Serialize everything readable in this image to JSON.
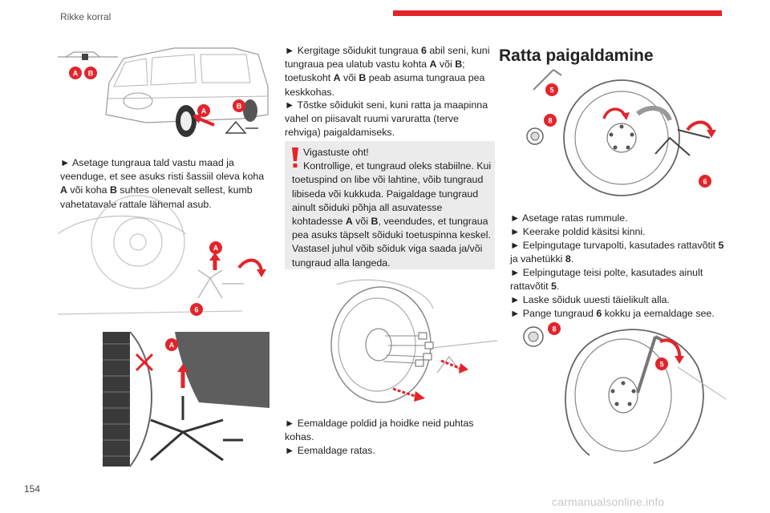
{
  "header": {
    "section": "Rikke korral"
  },
  "page_number": "154",
  "watermark": "carmanualsonline.info",
  "colors": {
    "accent": "#e3242b",
    "warning_bg": "#ebebeb",
    "line_art": "#9a9a9a"
  },
  "col1": {
    "fig1_labels": [
      "A",
      "B",
      "A",
      "B"
    ],
    "p1": {
      "t1": "► Asetage tungraua tald vastu maad ja veenduge, et see asuks risti šassiil oleva koha ",
      "b1": "A",
      "t2": " või koha ",
      "b2": "B",
      "t3": " suhtes olenevalt sellest, kumb vahetatavale rattale lähemal asub."
    },
    "fig2_labels": [
      "A",
      "6"
    ],
    "fig3_labels": [
      "A"
    ]
  },
  "col2": {
    "p1": {
      "t1": "► Kergitage sõidukit tungraua ",
      "b1": "6",
      "t2": " abil seni, kuni tungraua pea ulatub vastu kohta ",
      "b2": "A",
      "t3": " või ",
      "b3": "B",
      "t4": "; toetuskoht ",
      "b4": "A",
      "t5": " või ",
      "b5": "B",
      "t6": " peab asuma tungraua pea keskkohas."
    },
    "p2": "► Tõstke sõidukit seni, kuni ratta ja maapinna vahel on piisavalt ruumi varuratta (terve rehviga) paigaldamiseks.",
    "warning": {
      "title": "Vigastuste oht!",
      "t1": "Kontrollige, et tungraud oleks stabiilne. Kui toetuspind on libe või lahtine, võib tungraud libiseda või kukkuda. Paigaldage tungraud ainult sõiduki põhja all asuvatesse kohtadesse ",
      "b1": "A",
      "t2": " või ",
      "b2": "B",
      "t3": ", veendudes, et tungraua pea asuks täpselt sõiduki toetuspinna keskel. Vastasel juhul võib sõiduk viga saada ja/või tungraud alla langeda."
    },
    "p3": "► Eemaldage poldid ja hoidke neid puhtas kohas.",
    "p4": "► Eemaldage ratas."
  },
  "col3": {
    "heading": "Ratta paigaldamine",
    "fig1_labels": [
      "5",
      "8",
      "6"
    ],
    "steps": {
      "s1": "► Asetage ratas rummule.",
      "s2": "► Keerake poldid käsitsi kinni.",
      "s3": {
        "t1": "► Eelpingutage turvapolti, kasutades rattavõtit ",
        "b1": "5",
        "t2": " ja vahetükki ",
        "b2": "8",
        "t3": "."
      },
      "s4": {
        "t1": "► Eelpingutage teisi polte, kasutades ainult rattavõtit ",
        "b1": "5",
        "t2": "."
      },
      "s5": "► Laske sõiduk uuesti täielikult alla.",
      "s6": {
        "t1": "► Pange tungraud ",
        "b1": "6",
        "t2": " kokku ja eemaldage see."
      }
    },
    "fig2_labels": [
      "8",
      "5"
    ]
  }
}
